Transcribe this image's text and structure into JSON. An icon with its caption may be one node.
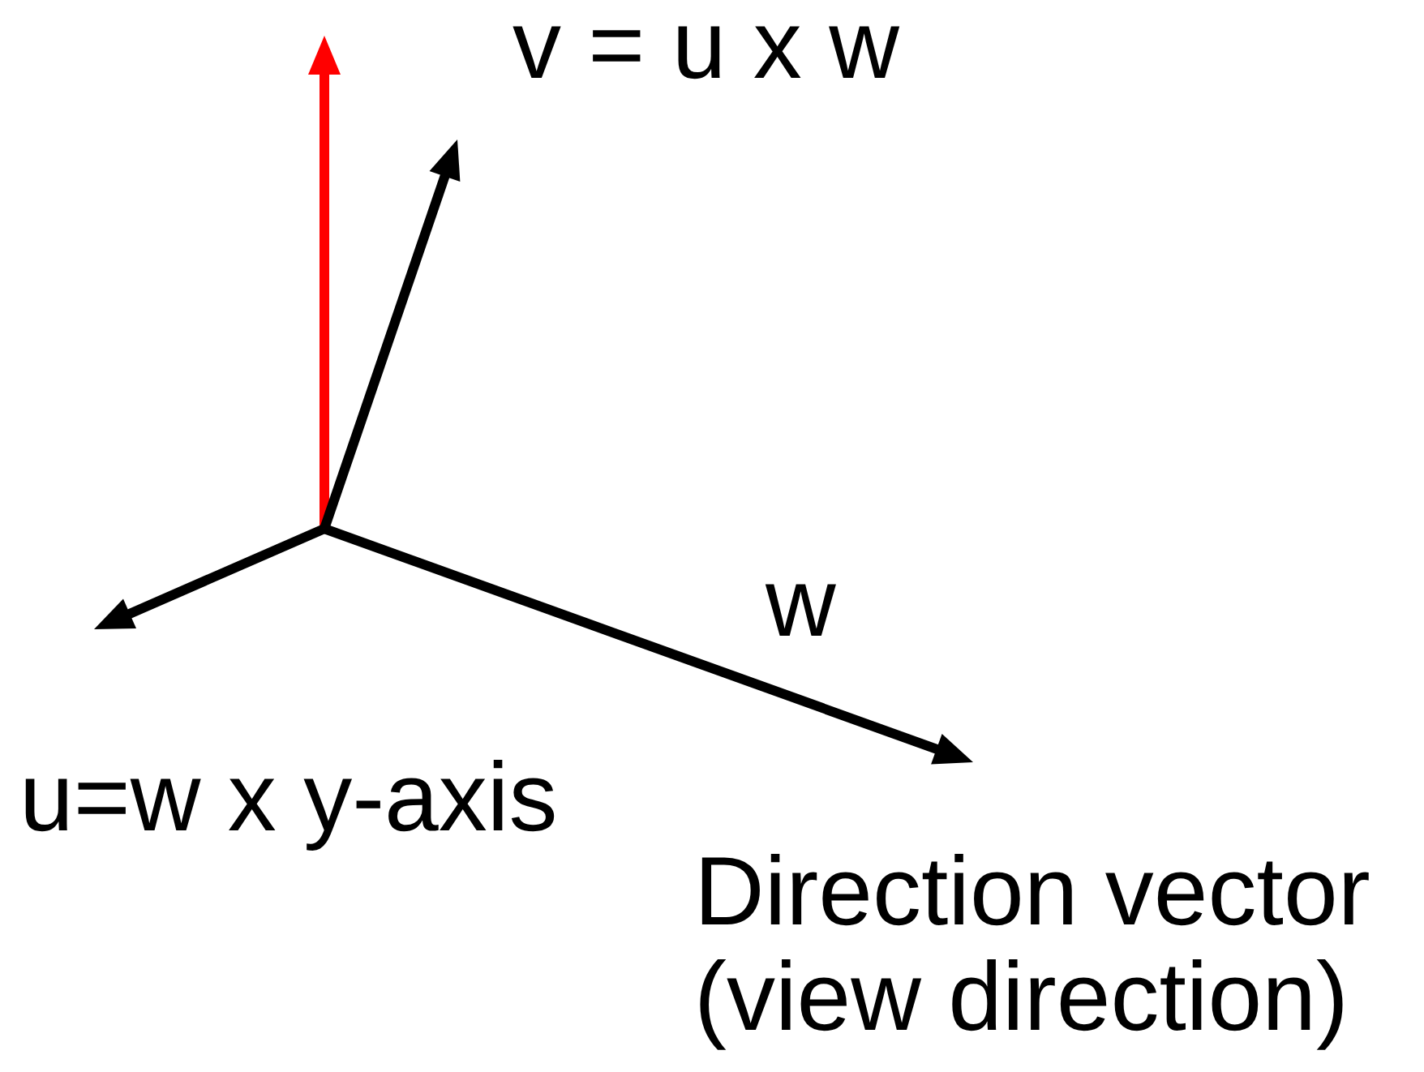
{
  "diagram": {
    "labels": [
      "v = u x w",
      "w",
      "u=w x y-axis",
      "Direction vector (view direction)"
    ]
  }
}
